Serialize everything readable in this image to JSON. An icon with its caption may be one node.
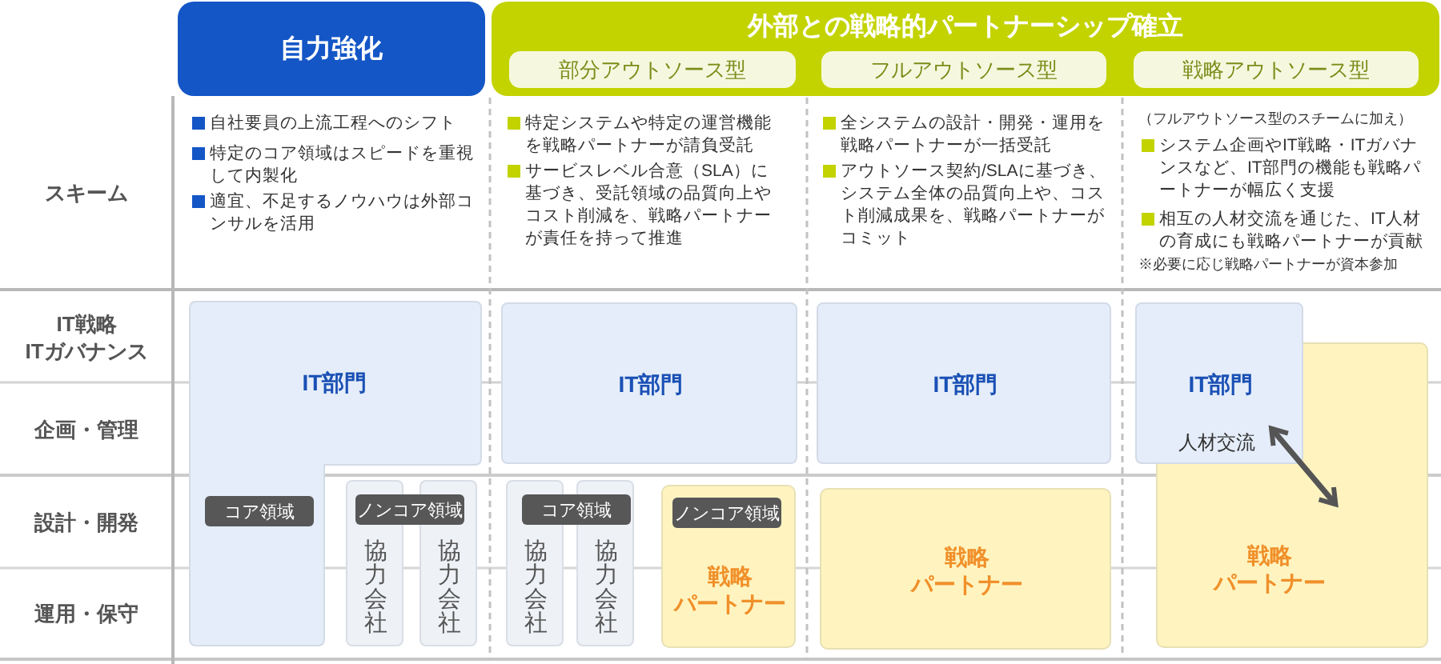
{
  "diagram": {
    "nodes": [
      {
        "text": [
          "自力強化"
        ]
      },
      {
        "text": [
          "外部との戦略的パートナーシップ確立"
        ]
      },
      {
        "text": [
          "部分アウトソース型"
        ],
        "in": 1
      },
      {
        "text": [
          "フルアウトソース型"
        ],
        "in": 1
      },
      {
        "text": [
          "戦略アウトソース型"
        ],
        "in": 1
      },
      {
        "text": [
          "IT部門"
        ]
      },
      {
        "text": [
          "コア領域"
        ],
        "in": 5
      },
      {
        "text": [
          "ノンコア領域"
        ]
      },
      {
        "text": [
          "協力会社"
        ]
      },
      {
        "text": [
          "協力会社"
        ]
      },
      {
        "text": [
          "IT部門"
        ]
      },
      {
        "text": [
          "コア領域"
        ]
      },
      {
        "text": [
          "協力会社"
        ]
      },
      {
        "text": [
          "協力会社"
        ]
      },
      {
        "text": [
          "戦略パートナー"
        ]
      },
      {
        "text": [
          "ノンコア領域"
        ],
        "in": 14
      },
      {
        "text": [
          "IT部門"
        ]
      },
      {
        "text": [
          "戦略パートナー"
        ]
      },
      {
        "text": [
          "IT部門"
        ]
      },
      {
        "text": [
          "戦略パートナー"
        ]
      }
    ],
    "edges": [
      {
        "from": 18,
        "to": 19,
        "arrow": "both",
        "label": "人材交流"
      }
    ],
    "labels": [
      "スキーム",
      "自社要員の上流工程へのシフト",
      "特定のコア領域はスピードを重視して内製化",
      "適宜、不足するノウハウは外部コンサルを活用",
      "特定システムや特定の運営機能を戦略パートナーが請負受託",
      "サービスレベル合意（SLA）に基づき、受託領域の品質向上やコスト削減を、戦略パートナーが責任を持って推進",
      "全システムの設計・開発・運用を戦略パートナーが一括受託",
      "アウトソース契約/SLAに基づき、システム全体の品質向上や、コスト削減成果を、戦略パートナーがコミット",
      "（フルアウトソース型のスチームに加え）",
      "システム企画やIT戦略・ITガバナンスなど、IT部門の機能も戦略パートナーが幅広く支援",
      "相互の人材交流を通じた、IT人材の育成にも戦略パートナーが貢献",
      "※必要に応じ戦略パートナーが資本参加",
      "IT戦略",
      "ITガバナンス",
      "企画・管理",
      "設計・開発",
      "運用・保守"
    ]
  }
}
